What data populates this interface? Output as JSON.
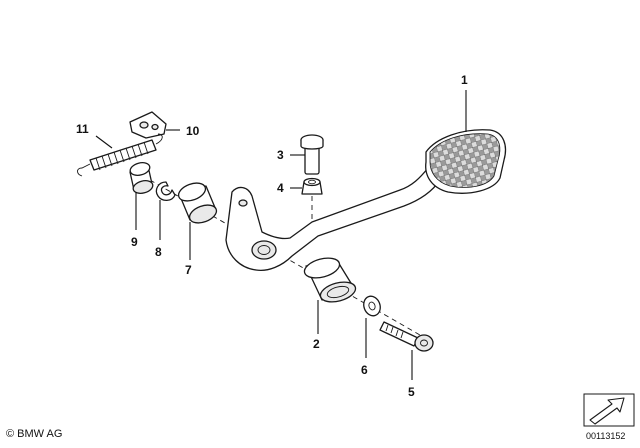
{
  "callouts": [
    {
      "number": "1"
    },
    {
      "number": "2"
    },
    {
      "number": "3"
    },
    {
      "number": "4"
    },
    {
      "number": "5"
    },
    {
      "number": "6"
    },
    {
      "number": "7"
    },
    {
      "number": "8"
    },
    {
      "number": "9"
    },
    {
      "number": "10"
    },
    {
      "number": "11"
    }
  ],
  "footer": {
    "copyright": "© BMW AG",
    "image_id": "00113152"
  },
  "icons": {
    "nav_arrow": "direction-arrow-icon"
  }
}
